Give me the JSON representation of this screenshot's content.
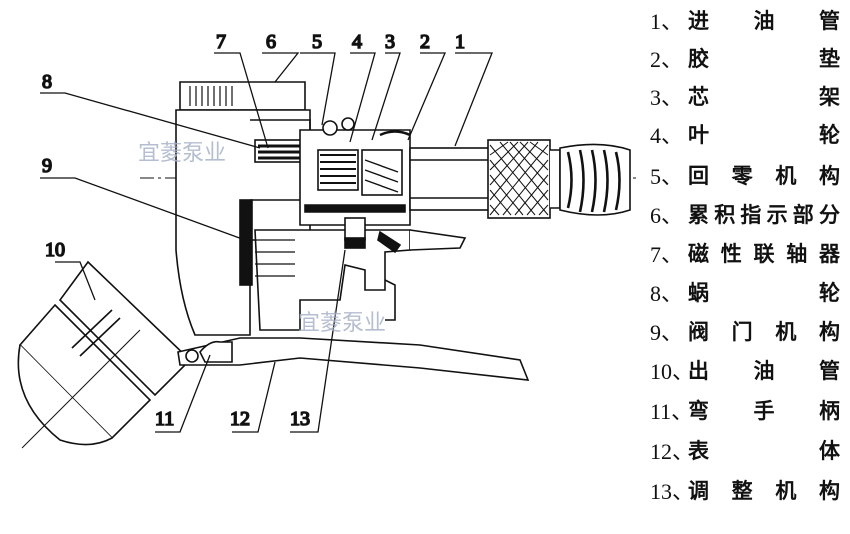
{
  "callouts": [
    {
      "num": "1"
    },
    {
      "num": "2"
    },
    {
      "num": "3"
    },
    {
      "num": "4"
    },
    {
      "num": "5"
    },
    {
      "num": "6"
    },
    {
      "num": "7"
    },
    {
      "num": "8"
    },
    {
      "num": "9"
    },
    {
      "num": "10"
    },
    {
      "num": "11"
    },
    {
      "num": "12"
    },
    {
      "num": "13"
    }
  ],
  "legend": [
    {
      "num": "1、",
      "label": "进油管"
    },
    {
      "num": "2、",
      "label": "胶垫"
    },
    {
      "num": "3、",
      "label": "芯架"
    },
    {
      "num": "4、",
      "label": "叶轮"
    },
    {
      "num": "5、",
      "label": "回零机构"
    },
    {
      "num": "6、",
      "label": "累积指示部分"
    },
    {
      "num": "7、",
      "label": "磁性联轴器"
    },
    {
      "num": "8、",
      "label": "蜗轮"
    },
    {
      "num": "9、",
      "label": "阀门机构"
    },
    {
      "num": "10、",
      "label": "出油管"
    },
    {
      "num": "11、",
      "label": "弯手柄"
    },
    {
      "num": "12、",
      "label": "表体"
    },
    {
      "num": "13、",
      "label": "调整机构"
    }
  ],
  "watermark": "宜菱泵业"
}
